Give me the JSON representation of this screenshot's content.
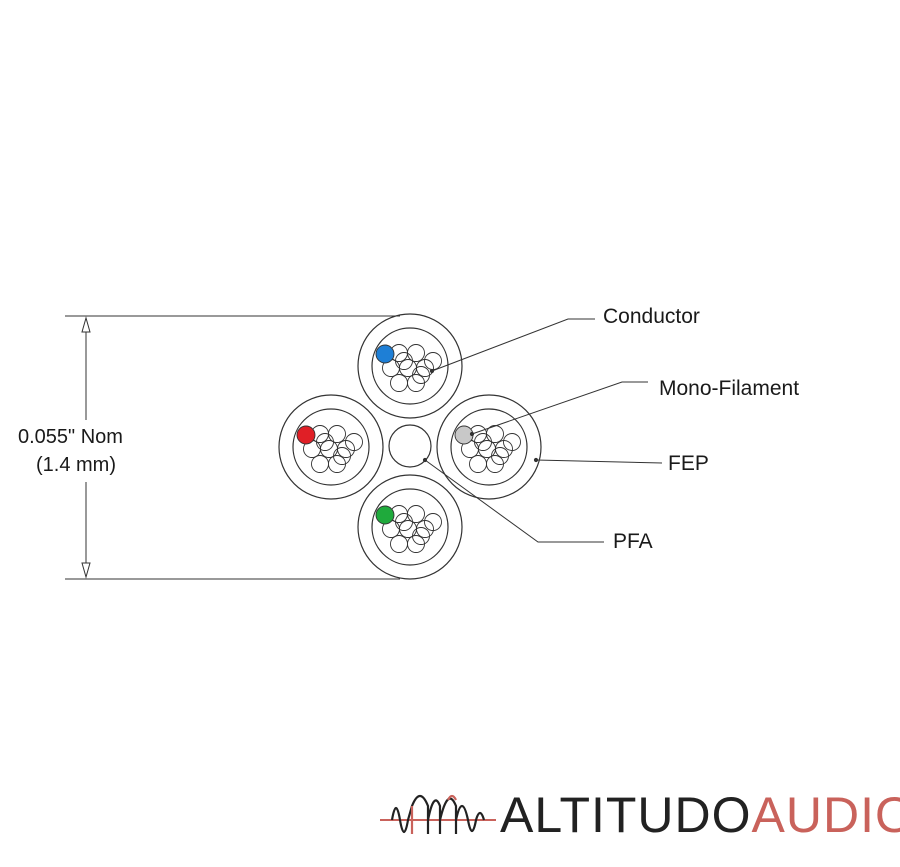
{
  "labels": {
    "conductor": "Conductor",
    "mono_filament": "Mono-Filament",
    "fep": "FEP",
    "pfa": "PFA",
    "dimension_inch": "0.055\" Nom",
    "dimension_mm": "(1.4 mm)"
  },
  "logo": {
    "word1": "ALTITUDO",
    "word2": "AUDIO",
    "text_color": "#222222",
    "accent_color": "#c9625b"
  },
  "conductor_colors": {
    "top": "#1e7fd6",
    "left": "#e01f26",
    "right": "#c8c8c8",
    "bottom": "#1faa3c"
  }
}
